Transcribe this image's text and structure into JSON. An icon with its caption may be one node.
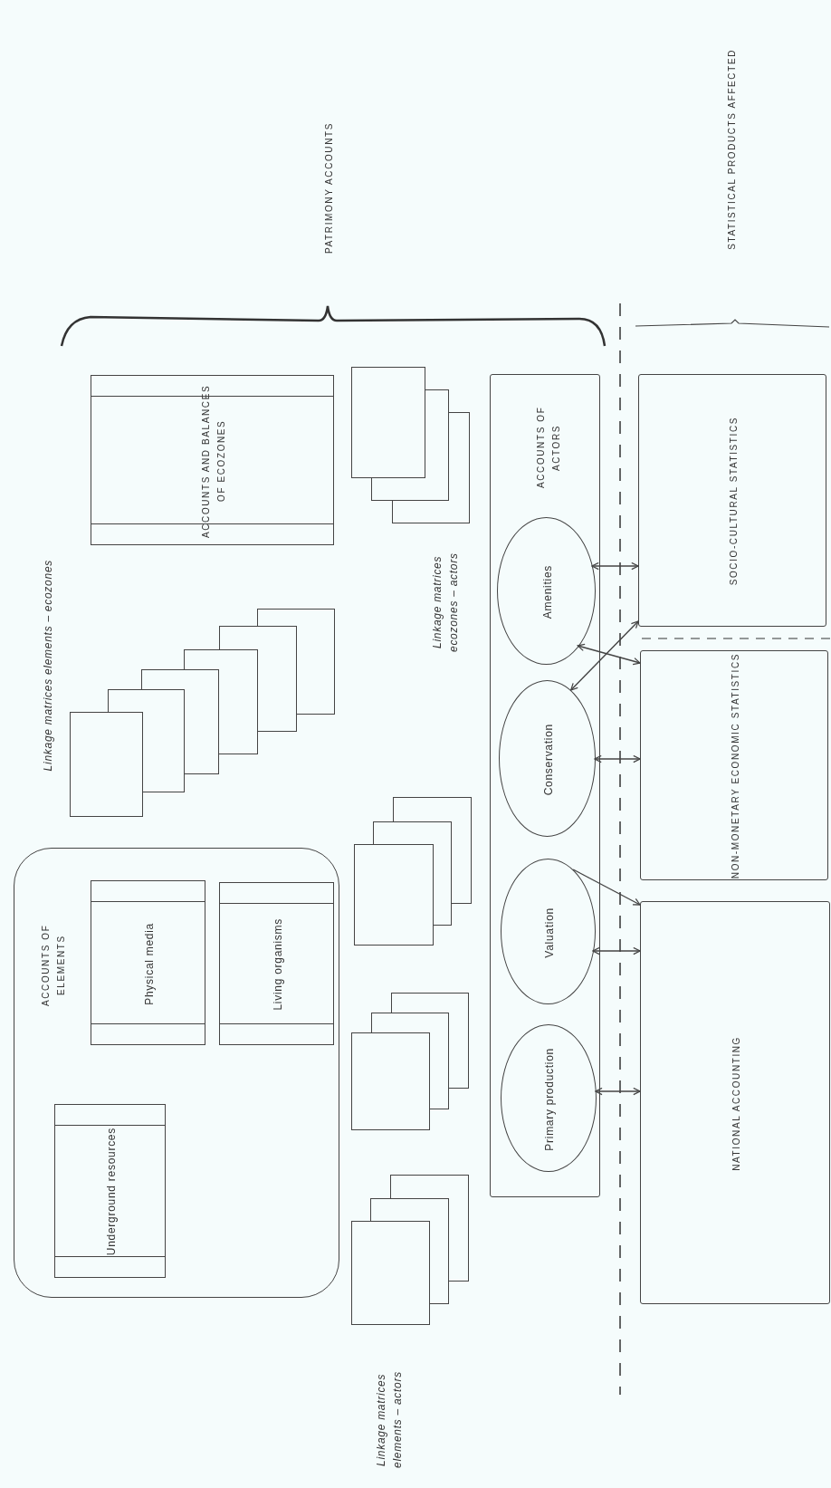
{
  "diagram": {
    "nodes": [
      {
        "text": [
          "ACCOUNTS OF ELEMENTS"
        ]
      },
      {
        "text": [
          "Physical media"
        ],
        "in": 0
      },
      {
        "text": [
          "Living organisms"
        ],
        "in": 0
      },
      {
        "text": [
          "Underground resources"
        ],
        "in": 0
      },
      {
        "text": [
          "ACCOUNTS AND BALANCES OF ECOZONES"
        ]
      },
      {
        "text": [
          "ACCOUNTS OF ACTORS"
        ]
      },
      {
        "text": [
          "Amenities"
        ],
        "in": 5
      },
      {
        "text": [
          "Conservation"
        ],
        "in": 5
      },
      {
        "text": [
          "Valuation"
        ],
        "in": 5
      },
      {
        "text": [
          "Primary production"
        ],
        "in": 5
      },
      {
        "text": [
          "SOCIO-CULTURAL STATISTICS"
        ]
      },
      {
        "text": [
          "NON-MONETARY ECONOMIC STATISTICS"
        ]
      },
      {
        "text": [
          "NATIONAL ACCOUNTING"
        ]
      },
      {
        "text": [],
        "shape": "box"
      },
      {
        "text": [],
        "shape": "box"
      },
      {
        "text": [],
        "shape": "box"
      },
      {
        "text": [],
        "shape": "box"
      },
      {
        "text": [],
        "shape": "box"
      },
      {
        "text": [],
        "shape": "box"
      },
      {
        "text": [],
        "shape": "box"
      },
      {
        "text": [],
        "shape": "box"
      },
      {
        "text": [],
        "shape": "box"
      },
      {
        "text": [],
        "shape": "box"
      },
      {
        "text": [],
        "shape": "box"
      },
      {
        "text": [],
        "shape": "box"
      },
      {
        "text": [],
        "shape": "box"
      },
      {
        "text": [],
        "shape": "box"
      },
      {
        "text": [],
        "shape": "box"
      },
      {
        "text": [],
        "shape": "box"
      },
      {
        "text": [],
        "shape": "box"
      },
      {
        "text": [],
        "shape": "box"
      }
    ],
    "edges": [
      {
        "from": 6,
        "to": 10,
        "arrow": "both"
      },
      {
        "from": 6,
        "to": 11,
        "arrow": "both"
      },
      {
        "from": 7,
        "to": 10,
        "arrow": "both"
      },
      {
        "from": 7,
        "to": 11,
        "arrow": "both"
      },
      {
        "from": 8,
        "to": 12,
        "arrow": "to"
      },
      {
        "from": 8,
        "to": 12,
        "arrow": "both"
      },
      {
        "from": 9,
        "to": 12,
        "arrow": "both"
      }
    ],
    "labels": [
      "PATRIMONY ACCOUNTS",
      "STATISTICAL PRODUCTS AFFECTED",
      "Linkage matrices elements – ecozones",
      "Linkage matrices ecozones – actors",
      "Linkage matrices elements – actors"
    ]
  }
}
